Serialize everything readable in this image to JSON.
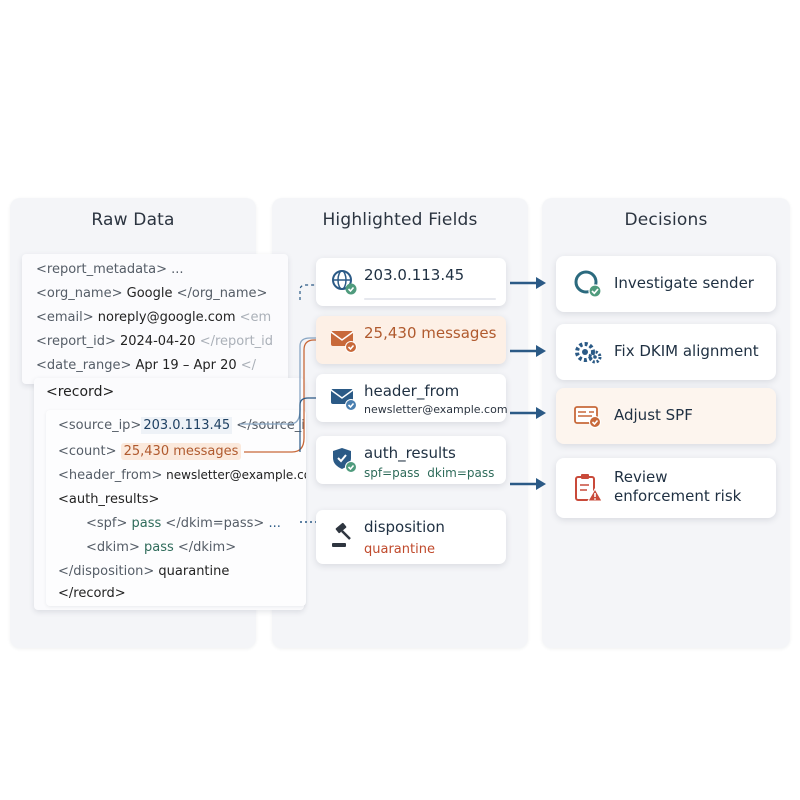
{
  "columns": {
    "raw": "Raw Data",
    "highlighted": "Highlighted Fields",
    "decisions": "Decisions"
  },
  "raw": {
    "meta_lines": [
      {
        "tag": "<report_metadata>",
        "val": " ..."
      },
      {
        "tag": "<org_name>",
        "val": " Google ",
        "close": "</org_name>"
      },
      {
        "tag": "<email>",
        "val": " noreply@google.com ",
        "close": "<em"
      },
      {
        "tag": "<report_id>",
        "val": " 2024-04-20 ",
        "close": "</report_id"
      },
      {
        "tag": "<date_range>",
        "val": " Apr 19 – Apr 20 ",
        "close": "</"
      }
    ],
    "record_open": "<record>",
    "source_ip_tag": "<source_ip>",
    "source_ip_val": "203.0.113.45",
    "source_ip_close": " </source_ip",
    "count_tag": "<count>",
    "count_val": "25,430 messages",
    "header_from_tag": "<header_from>",
    "header_from_val": " newsletter@example.com",
    "auth_results_tag": "<auth_results>",
    "spf_tag": "<spf>",
    "spf_val": " pass ",
    "spf_close": "</dkim=pass>",
    "spf_dots": " ...",
    "dkim_tag": "<dkim>",
    "dkim_val": " pass ",
    "dkim_close": "</dkim>",
    "disposition_tag": "</disposition>",
    "disposition_val": " quarantine",
    "record_close": "</record>"
  },
  "highlighted": {
    "ip": {
      "title": "203.0.113.45",
      "icon": "globe-icon"
    },
    "count": {
      "title": "25,430 messages",
      "icon": "envelope-icon"
    },
    "header_from": {
      "title": "header_from",
      "sub": "newsletter@example.com",
      "icon": "envelope-icon"
    },
    "auth_results": {
      "title": "auth_results",
      "spf": "spf=pass",
      "dkim": "dkim=pass",
      "icon": "shield-check-icon"
    },
    "disposition": {
      "title": "disposition",
      "sub": "quarantine",
      "icon": "gavel-icon"
    }
  },
  "decisions": {
    "investigate": {
      "label": "Investigate sender",
      "icon": "magnifier-check-icon"
    },
    "dkim": {
      "label": "Fix DKIM alignment",
      "icon": "gears-icon"
    },
    "spf": {
      "label": "Adjust SPF",
      "icon": "spf-record-icon"
    },
    "risk": {
      "label_line1": "Review",
      "label_line2": "enforcement risk",
      "icon": "clipboard-warning-icon"
    }
  },
  "colors": {
    "accent_blue": "#2b5a86",
    "accent_orange": "#c8693a",
    "check_green": "#4f9b7d",
    "warning_red": "#c94a3a"
  }
}
